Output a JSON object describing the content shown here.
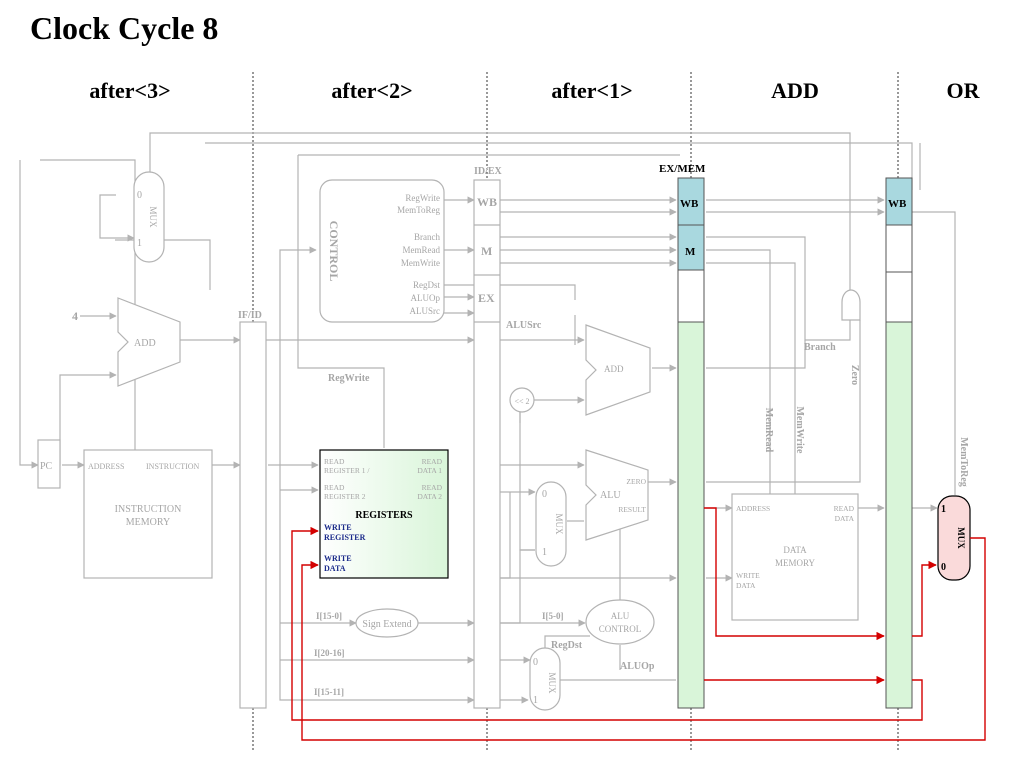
{
  "title": "Clock Cycle 8",
  "stages": [
    "after<3>",
    "after<2>",
    "after<1>",
    "ADD",
    "OR"
  ],
  "colors": {
    "faded": "#b3b3b3",
    "active_path": "#d40000",
    "wb_m_fill": "#a9d8df",
    "ex_fill": "#d9f5d9",
    "mux_active_fill": "#fadada",
    "registers_fill_end": "#d9f5d9"
  },
  "pipeline_regs": {
    "ifid": "IF/ID",
    "idex": "ID/EX",
    "exmem": "EX/MEM",
    "wb": "WB",
    "m": "M",
    "ex": "EX"
  },
  "control": {
    "label": "CONTROL",
    "signals": [
      "RegWrite",
      "MemToReg",
      "Branch",
      "MemRead",
      "MemWrite",
      "RegDst",
      "ALUOp",
      "ALUSrc"
    ]
  },
  "pc": {
    "label": "PC",
    "const_four": "4",
    "add_label": "ADD",
    "mux_label": "MUX",
    "mux0": "0",
    "mux1": "1"
  },
  "imem": {
    "address": "ADDRESS",
    "instruction": "INSTRUCTION",
    "title_line1": "INSTRUCTION",
    "title_line2": "MEMORY"
  },
  "registers": {
    "title": "REGISTERS",
    "read_reg1_a": "READ",
    "read_reg1_b": "REGISTER 1 /",
    "read_reg2_a": "READ",
    "read_reg2_b": "REGISTER 2",
    "read_data1_a": "READ",
    "read_data1_b": "DATA 1",
    "read_data2_a": "READ",
    "read_data2_b": "DATA 2",
    "write_reg_a": "WRITE",
    "write_reg_b": "REGISTER",
    "write_data_a": "WRITE",
    "write_data_b": "DATA"
  },
  "regwrite_label": "RegWrite",
  "sign_extend": "Sign Extend",
  "fields": {
    "i15_0": "I[15-0]",
    "i20_16": "I[20-16]",
    "i15_11": "I[15-11]",
    "i5_0": "I[5-0]"
  },
  "ex_stage": {
    "alusrc": "ALUSrc",
    "shift": "<< 2",
    "add": "ADD",
    "alu": "ALU",
    "zero": "ZERO",
    "result": "RESULT",
    "alu_control_1": "ALU",
    "alu_control_2": "CONTROL",
    "regdst": "RegDst",
    "aluop": "ALUOp",
    "mux": "MUX",
    "mux0": "0",
    "mux1": "1"
  },
  "mem_stage": {
    "address": "ADDRESS",
    "read_data_a": "READ",
    "read_data_b": "DATA",
    "write_data_a": "WRITE",
    "write_data_b": "DATA",
    "title_line1": "DATA",
    "title_line2": "MEMORY",
    "branch": "Branch",
    "zero": "Zero",
    "memread": "MemRead",
    "memwrite": "MemWrite"
  },
  "wb_stage": {
    "memtoreg": "MemToReg",
    "mux": "MUX",
    "mux1": "1",
    "mux0": "0"
  }
}
